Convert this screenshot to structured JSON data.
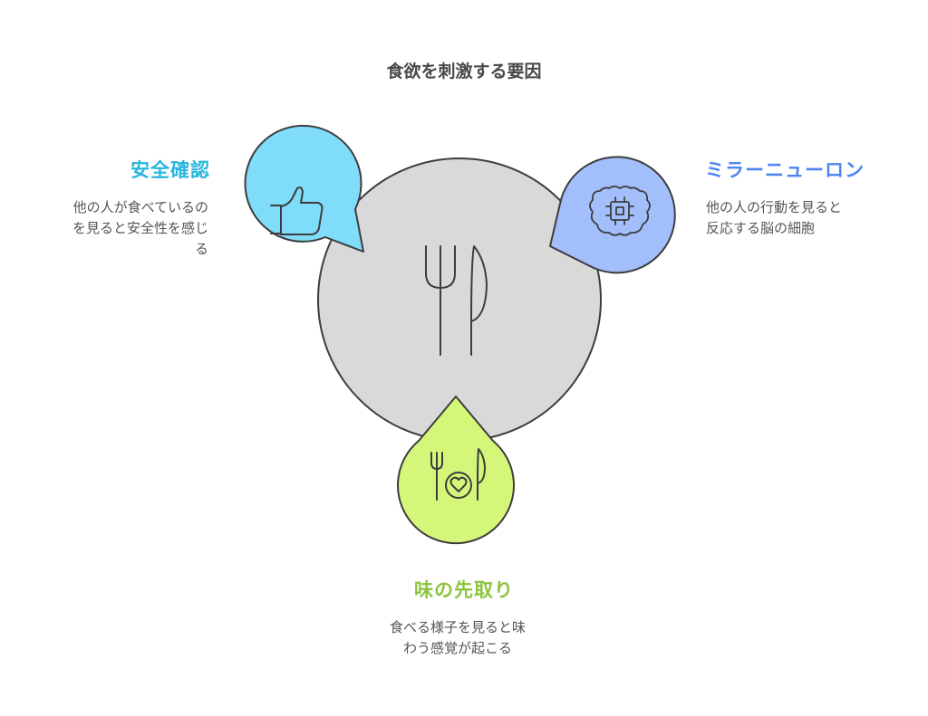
{
  "title": "食欲を刺激する要因",
  "center": {
    "icon": "fork-knife-icon"
  },
  "nodes": [
    {
      "key": "safety",
      "heading": "安全確認",
      "description_lines": [
        "他の人が食べているの",
        "を見ると安全性を感じ",
        "る"
      ],
      "icon": "thumbs-up-icon",
      "color": "#7fdcfb",
      "heading_color": "#29b6dd"
    },
    {
      "key": "mirror",
      "heading": "ミラーニューロン",
      "description_lines": [
        "他の人の行動を見ると",
        "反応する脳の細胞"
      ],
      "icon": "brain-chip-icon",
      "color": "#a2bffc",
      "heading_color": "#4d86f2"
    },
    {
      "key": "taste",
      "heading": "味の先取り",
      "description_lines": [
        "食べる様子を見ると味",
        "わう感覚が起こる"
      ],
      "icon": "plate-heart-icon",
      "color": "#d4f77a",
      "heading_color": "#8cc43d"
    }
  ],
  "colors": {
    "center_fill": "#d9d9d9",
    "stroke": "#3d3d3d"
  }
}
